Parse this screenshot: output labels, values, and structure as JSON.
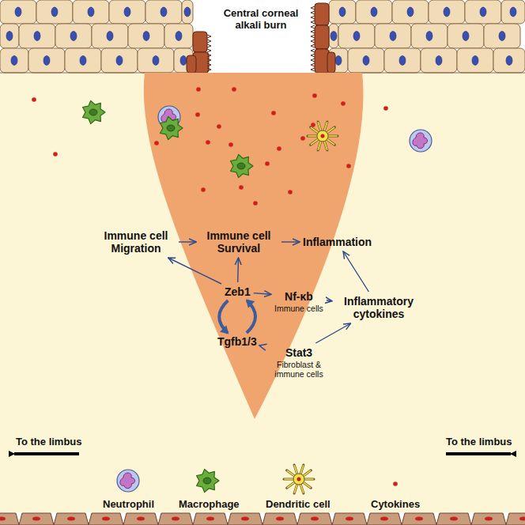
{
  "diagram": {
    "nodes": [
      {
        "text": [
          "Immune cell Migration"
        ]
      },
      {
        "text": [
          "Immune cell Survival"
        ]
      },
      {
        "text": [
          "Inflammation"
        ]
      },
      {
        "text": [
          "Zeb1"
        ]
      },
      {
        "text": [
          "Nf-κb",
          "Immune cells"
        ]
      },
      {
        "text": [
          "Inflammatory cytokines"
        ]
      },
      {
        "text": [
          "Tgfb1/3"
        ]
      },
      {
        "text": [
          "Stat3",
          "Fibroblast & immune cells"
        ]
      }
    ],
    "edges": [
      {
        "from": 0,
        "to": 1,
        "arrow": "to"
      },
      {
        "from": 1,
        "to": 2,
        "arrow": "to"
      },
      {
        "from": 3,
        "to": 0,
        "arrow": "to"
      },
      {
        "from": 3,
        "to": 1,
        "arrow": "to"
      },
      {
        "from": 3,
        "to": 4,
        "arrow": "to"
      },
      {
        "from": 4,
        "to": 5,
        "arrow": "to"
      },
      {
        "from": 5,
        "to": 2,
        "arrow": "to"
      },
      {
        "from": 6,
        "to": 7,
        "arrow": "to"
      },
      {
        "from": 7,
        "to": 5,
        "arrow": "to"
      },
      {
        "from": 3,
        "to": 6,
        "arrow": "to"
      },
      {
        "from": 6,
        "to": 3,
        "arrow": "to"
      }
    ],
    "labels": [
      "Central corneal alkali burn",
      "To the limbus",
      "To the limbus"
    ],
    "legend": [
      {
        "text": "Neutrophil"
      },
      {
        "text": "Macrophage"
      },
      {
        "text": "Dendritic cell"
      },
      {
        "text": "Cytokines"
      }
    ]
  }
}
